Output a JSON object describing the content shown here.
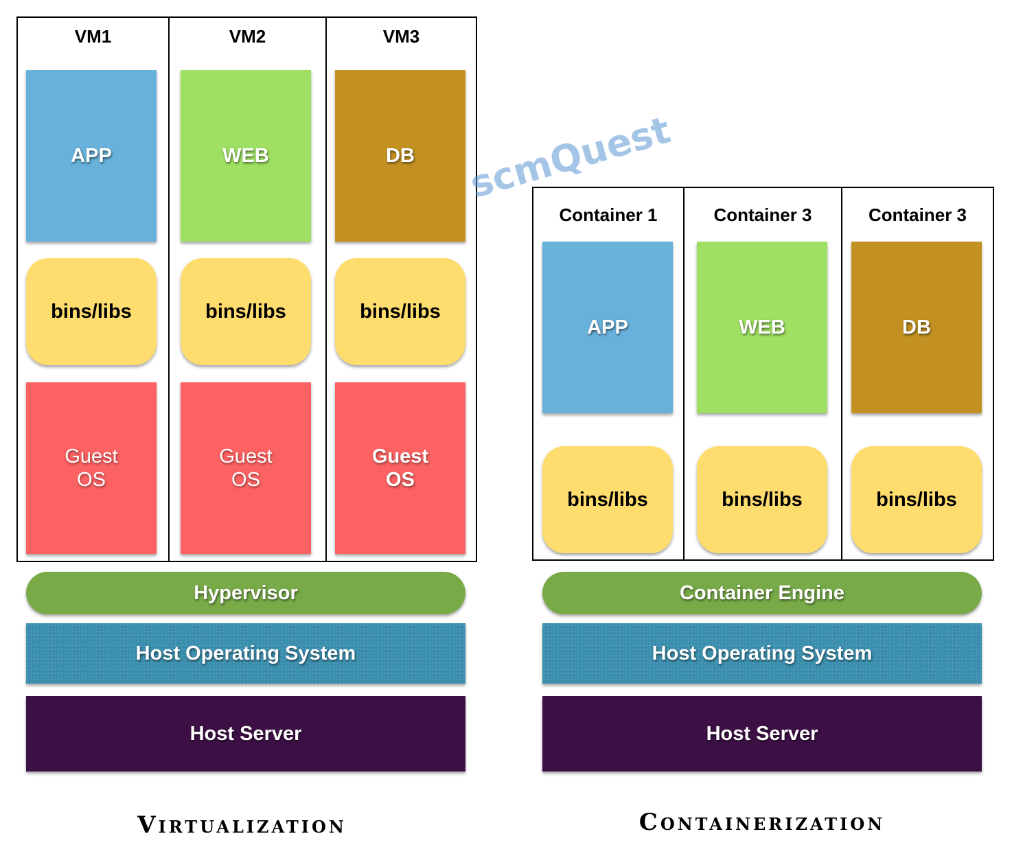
{
  "virtualization": {
    "vms": [
      {
        "title": "VM1",
        "app": "APP",
        "bins": "bins/libs",
        "guest_line1": "Guest",
        "guest_line2": "OS"
      },
      {
        "title": "VM2",
        "app": "WEB",
        "bins": "bins/libs",
        "guest_line1": "Guest",
        "guest_line2": "OS"
      },
      {
        "title": "VM3",
        "app": "DB",
        "bins": "bins/libs",
        "guest_line1": "Guest",
        "guest_line2": "OS"
      }
    ],
    "hypervisor": "Hypervisor",
    "host_os": "Host Operating System",
    "host_server": "Host Server",
    "caption": "Virtualization"
  },
  "containerization": {
    "containers": [
      {
        "title": "Container 1",
        "app": "APP",
        "bins": "bins/libs"
      },
      {
        "title": "Container 3",
        "app": "WEB",
        "bins": "bins/libs"
      },
      {
        "title": "Container 3",
        "app": "DB",
        "bins": "bins/libs"
      }
    ],
    "engine": "Container Engine",
    "host_os": "Host Operating System",
    "host_server": "Host Server",
    "caption": "Containerization"
  },
  "watermark": "scmQuest",
  "colors": {
    "app": "#68b1db",
    "web": "#9fe063",
    "db": "#c29121",
    "bins": "#fedc6d",
    "guest_os": "#fc6262",
    "engine": "#78aa48",
    "host_os": "#3a8faf",
    "host_server": "#3d1045"
  }
}
